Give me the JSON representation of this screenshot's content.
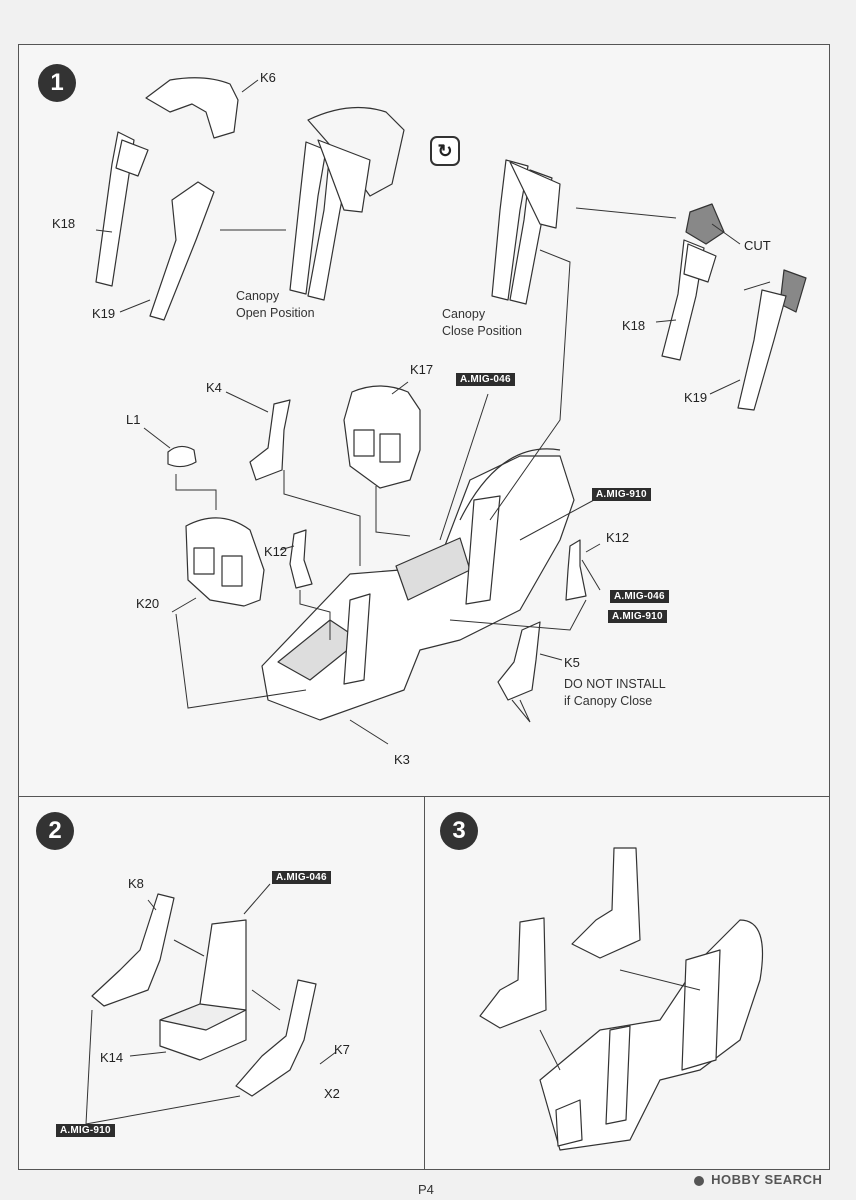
{
  "steps": [
    "1",
    "2",
    "3"
  ],
  "step1": {
    "parts": {
      "k6": "K6",
      "k18a": "K18",
      "k19a": "K19",
      "k18b": "K18",
      "k19b": "K19",
      "k4": "K4",
      "k17": "K17",
      "l1": "L1",
      "k12a": "K12",
      "k12b": "K12",
      "k20": "K20",
      "k5": "K5",
      "k3": "K3",
      "cut": "CUT"
    },
    "notes": {
      "open_line1": "Canopy",
      "open_line2": "Open Position",
      "close_line1": "Canopy",
      "close_line2": "Close Position",
      "k5_line1": "DO NOT INSTALL",
      "k5_line2": "if Canopy Close"
    },
    "refs": {
      "r1": "A.MIG-046",
      "r2": "A.MIG-910",
      "r3": "A.MIG-046",
      "r4": "A.MIG-910"
    }
  },
  "step2": {
    "parts": {
      "k8": "K8",
      "k14": "K14",
      "k7": "K7",
      "x2": "X2"
    },
    "refs": {
      "r1": "A.MIG-046",
      "r2": "A.MIG-910"
    }
  },
  "footer": {
    "page": "P4",
    "watermark": "HOBBY SEARCH"
  },
  "icons": [
    "rotate-icon"
  ]
}
